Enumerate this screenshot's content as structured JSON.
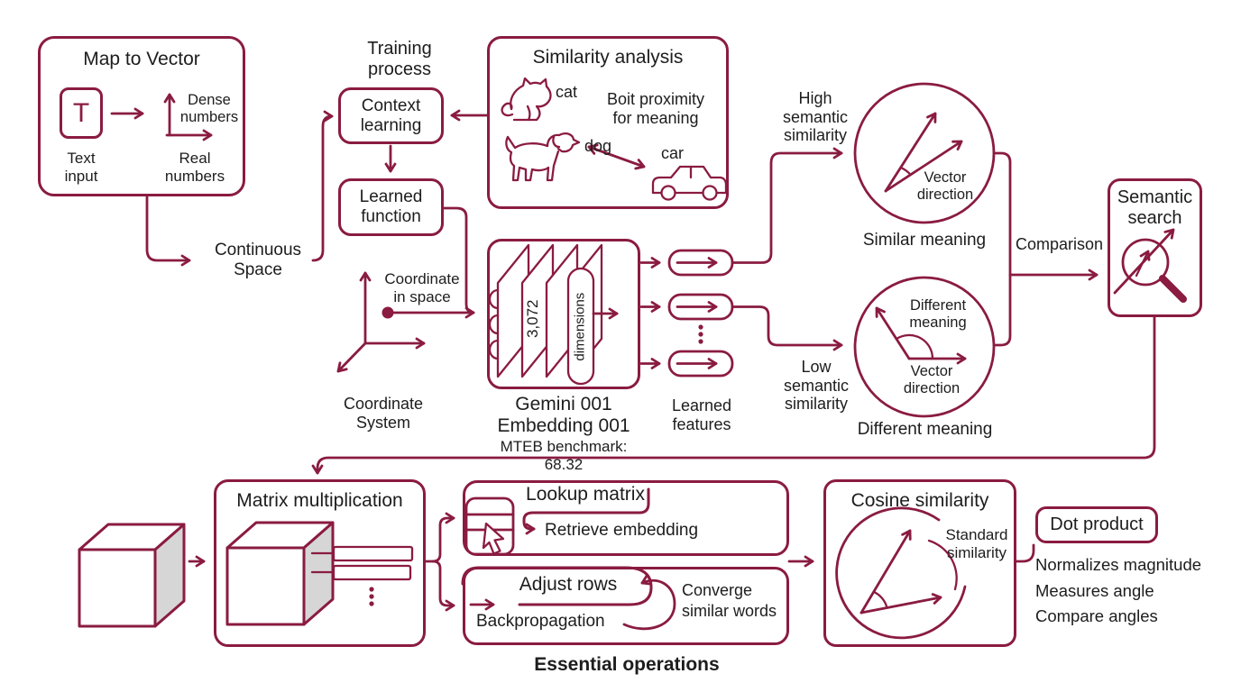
{
  "colors": {
    "accent": "#8A1B41",
    "text": "#1D1D1D",
    "cube_face": "#D6D6D6"
  },
  "map_to_vector": {
    "title": "Map to Vector",
    "t_glyph": "T",
    "text_input": "Text input",
    "dense_numbers": "Dense numbers",
    "real_numbers": "Real numbers"
  },
  "flow": {
    "continuous_space": "Continuous Space",
    "training_process": "Training process",
    "context_learning": "Context learning",
    "learned_function": "Learned function",
    "comparison": "Comparison"
  },
  "similarity_analysis": {
    "title": "Similarity analysis",
    "cat_label": "cat",
    "dog_label": "dog",
    "car_label": "car",
    "note": "Boit proximity for meaning"
  },
  "coordinates": {
    "in_space": "Coordinate in space",
    "system": "Coordinate System"
  },
  "model": {
    "name_line1": "Gemini 001",
    "name_line2": "Embedding 001",
    "benchmark": "MTEB benchmark: 68.32",
    "dims_value": "3,072",
    "dims_label": "dimensions"
  },
  "features": {
    "label": "Learned features"
  },
  "similarity_outcomes": {
    "high_label": "High semantic similarity",
    "low_label": "Low semantic similarity",
    "vector_direction_high": "Vector direction",
    "vector_direction_low": "Vector direction",
    "different_inner": "Different meaning",
    "similar_caption": "Similar meaning",
    "different_caption": "Different meaning"
  },
  "semantic_search": {
    "title": "Semantic search"
  },
  "operations": {
    "matrix_multiplication": "Matrix multiplication",
    "lookup_matrix": "Lookup matrix",
    "retrieve_embedding": "Retrieve embedding",
    "adjust_rows": "Adjust rows",
    "backpropagation": "Backpropagation",
    "converge": "Converge similar words",
    "caption": "Essential operations"
  },
  "cosine": {
    "title": "Cosine similarity",
    "standard": "Standard similarity"
  },
  "dot_product": {
    "title": "Dot product",
    "points": [
      "Normalizes magnitude",
      "Measures angle",
      "Compare angles"
    ]
  }
}
